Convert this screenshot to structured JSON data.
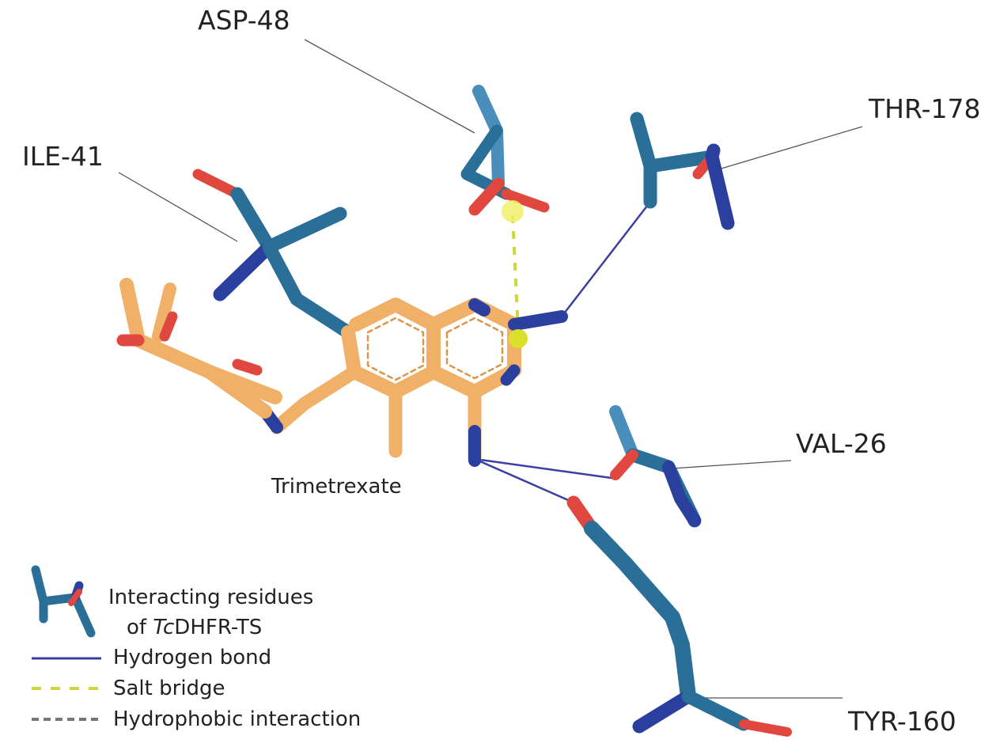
{
  "residues": {
    "asp48": "ASP-48",
    "ile41": "ILE-41",
    "thr178": "THR-178",
    "val26": "VAL-26",
    "tyr160": "TYR-160"
  },
  "ligand": {
    "name": "Trimetrexate"
  },
  "legend": {
    "residues_line1": "Interacting residues",
    "residues_line2_prefix": "of ",
    "residues_line2_italic": "Tc",
    "residues_line2_suffix": "DHFR-TS",
    "hbond": "Hydrogen bond",
    "salt_bridge": "Salt bridge",
    "hydrophobic": "Hydrophobic interaction"
  },
  "colors": {
    "residue": "#2a6f97",
    "residue_light": "#4a8fbc",
    "ligand": "#f0b068",
    "ligand_dark": "#d9954a",
    "nitrogen": "#2b3f9e",
    "oxygen": "#e0473e",
    "hbond": "#3b3fa3",
    "salt_bridge": "#cfd63a",
    "hydrophobic": "#777777",
    "salt_sphere": "#eef06a"
  }
}
